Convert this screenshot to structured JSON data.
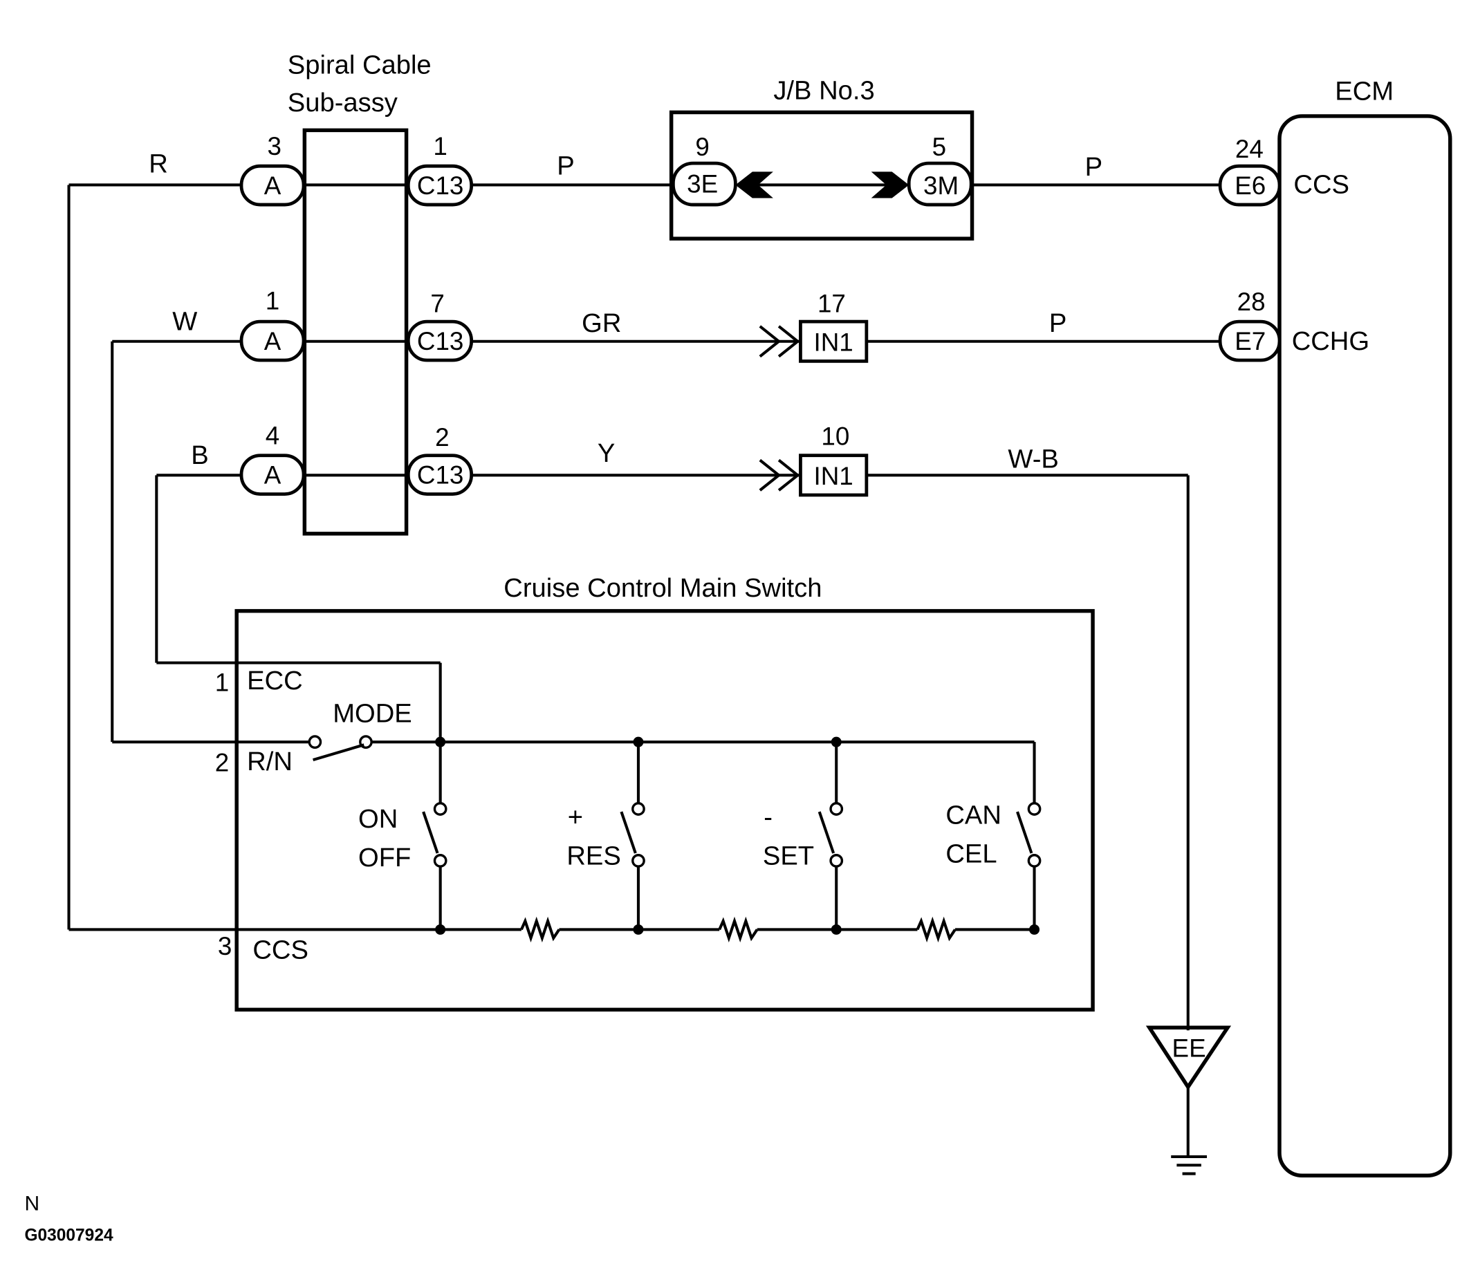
{
  "components": {
    "spiral_cable_line1": "Spiral Cable",
    "spiral_cable_line2": "Sub-assy",
    "junction_block": "J/B No.3",
    "ecm": "ECM",
    "main_switch": "Cruise Control Main Switch"
  },
  "wires": {
    "r": "R",
    "w": "W",
    "b": "B",
    "p1": "P",
    "gr": "GR",
    "y": "Y",
    "p2": "P",
    "p3": "P",
    "wb": "W-B"
  },
  "pins": {
    "a3": "3",
    "a1": "1",
    "a4": "4",
    "c13_1": "1",
    "c13_7": "7",
    "c13_2": "2",
    "jb_in": "9",
    "jb_out": "5",
    "in1_17": "17",
    "in1_10": "10",
    "ecm_24": "24",
    "ecm_28": "28",
    "sw_1": "1",
    "sw_2": "2",
    "sw_3": "3"
  },
  "connectors": {
    "a": "A",
    "c13": "C13",
    "e3": "3E",
    "m3": "3M",
    "in1": "IN1",
    "e6": "E6",
    "e7": "E7",
    "ground": "EE"
  },
  "ecm_terminals": {
    "ccs": "CCS",
    "cchg": "CCHG"
  },
  "switch_terminals": {
    "ecc": "ECC",
    "rn": "R/N",
    "ccs": "CCS"
  },
  "switches": {
    "mode": "MODE",
    "on": "ON",
    "off": "OFF",
    "plus": "+",
    "res": "RES",
    "minus": "-",
    "set": "SET",
    "can": "CAN",
    "cel": "CEL"
  },
  "footer": {
    "code_letter": "N",
    "figure_id": "G03007924"
  }
}
